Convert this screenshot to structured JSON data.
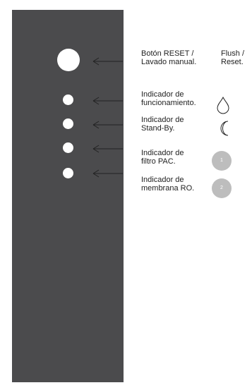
{
  "labels": {
    "reset": [
      "Botón RESET /",
      "Lavado manual."
    ],
    "reset_alt": [
      "Flush /",
      "Reset."
    ],
    "running": [
      "Indicador de",
      "funcionamiento."
    ],
    "standby": [
      "Indicador de",
      "Stand-By."
    ],
    "pac": [
      "Indicador de",
      "filtro PAC."
    ],
    "ro": [
      "Indicador de",
      "membrana RO."
    ]
  },
  "badges": {
    "pac": "1",
    "ro": "2"
  },
  "colors": {
    "panel": "#4b4b4d",
    "indicator": "#ffffff",
    "badge": "#bdbdbd",
    "text": "#222222"
  }
}
